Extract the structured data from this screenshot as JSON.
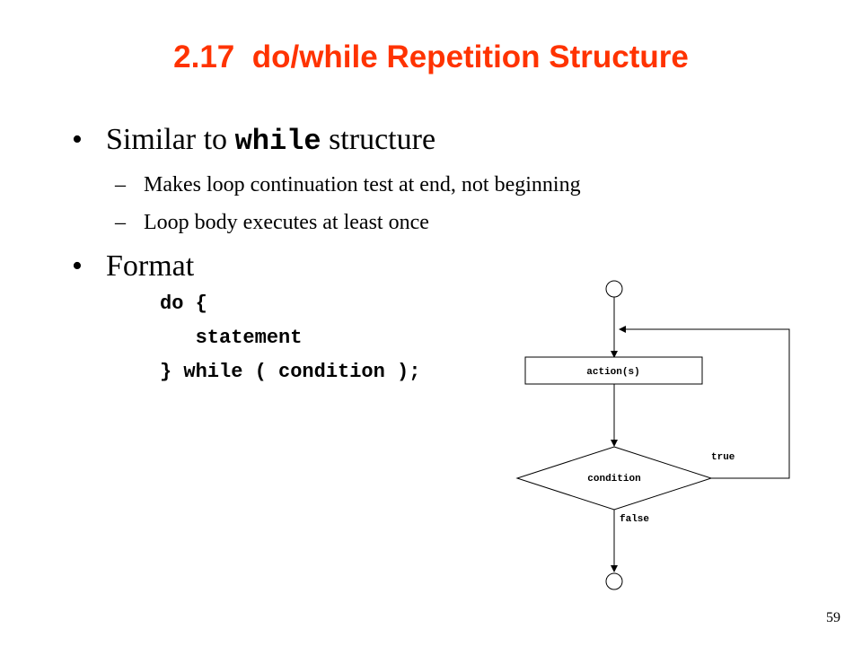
{
  "slide": {
    "title_number": "2.17",
    "title_text": "do/while Repetition Structure",
    "bullet1": {
      "marker": "•",
      "prefix": "Similar to ",
      "keyword": "while",
      "suffix": " structure"
    },
    "sub_items": [
      {
        "marker": "–",
        "text": "Makes loop continuation test at end, not beginning"
      },
      {
        "marker": "–",
        "text": "Loop body executes at least once"
      }
    ],
    "bullet2": {
      "marker": "•",
      "text": "Format"
    },
    "code_lines": [
      "do {",
      "   statement",
      "} while ( condition );"
    ],
    "page_number": "59"
  },
  "flowchart": {
    "action_label": "action(s)",
    "condition_label": "condition",
    "true_label": "true",
    "false_label": "false"
  }
}
